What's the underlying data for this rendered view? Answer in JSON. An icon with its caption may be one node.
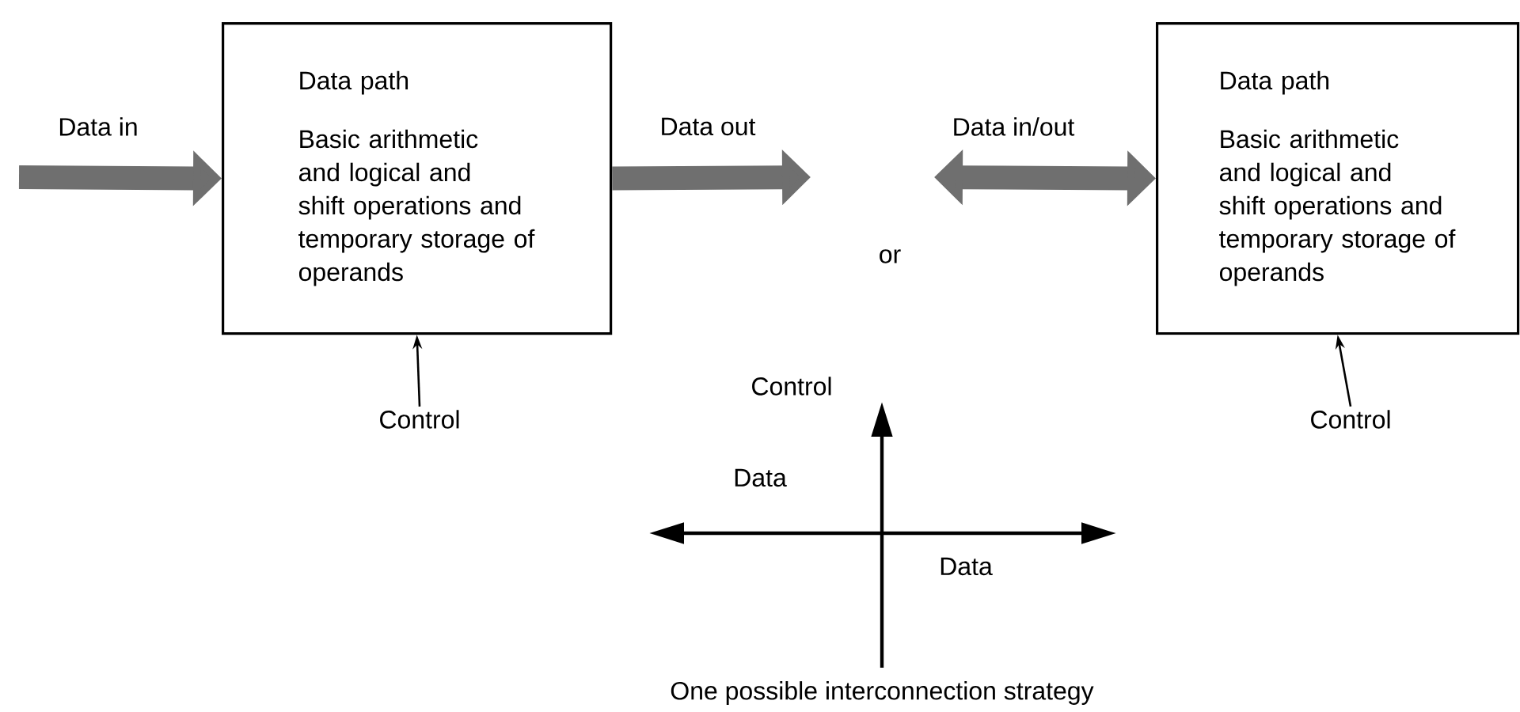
{
  "diagram": {
    "caption": "One possible interconnection strategy",
    "nodes": [
      {
        "text": [
          "Data path",
          "Basic arithmetic and logical and shift operations and temporary storage of operands"
        ]
      },
      {
        "text": [
          "Data path",
          "Basic arithmetic and logical and shift operations and temporary storage of operands"
        ]
      },
      {
        "text": [
          "Control"
        ]
      },
      {
        "text": [
          "Control"
        ]
      }
    ],
    "edges": [
      {
        "from": null,
        "to": 0,
        "arrow": "to",
        "label": "Data in"
      },
      {
        "from": 0,
        "to": null,
        "arrow": "to",
        "label": "Data out"
      },
      {
        "from": null,
        "to": 1,
        "arrow": "both",
        "label": "Data in/out"
      },
      {
        "from": 2,
        "to": 0,
        "arrow": "to",
        "color": "#000000"
      },
      {
        "from": 3,
        "to": 1,
        "arrow": "to",
        "color": "#000000"
      }
    ],
    "labels": [
      "or",
      "Control",
      "Data",
      "Data"
    ]
  }
}
